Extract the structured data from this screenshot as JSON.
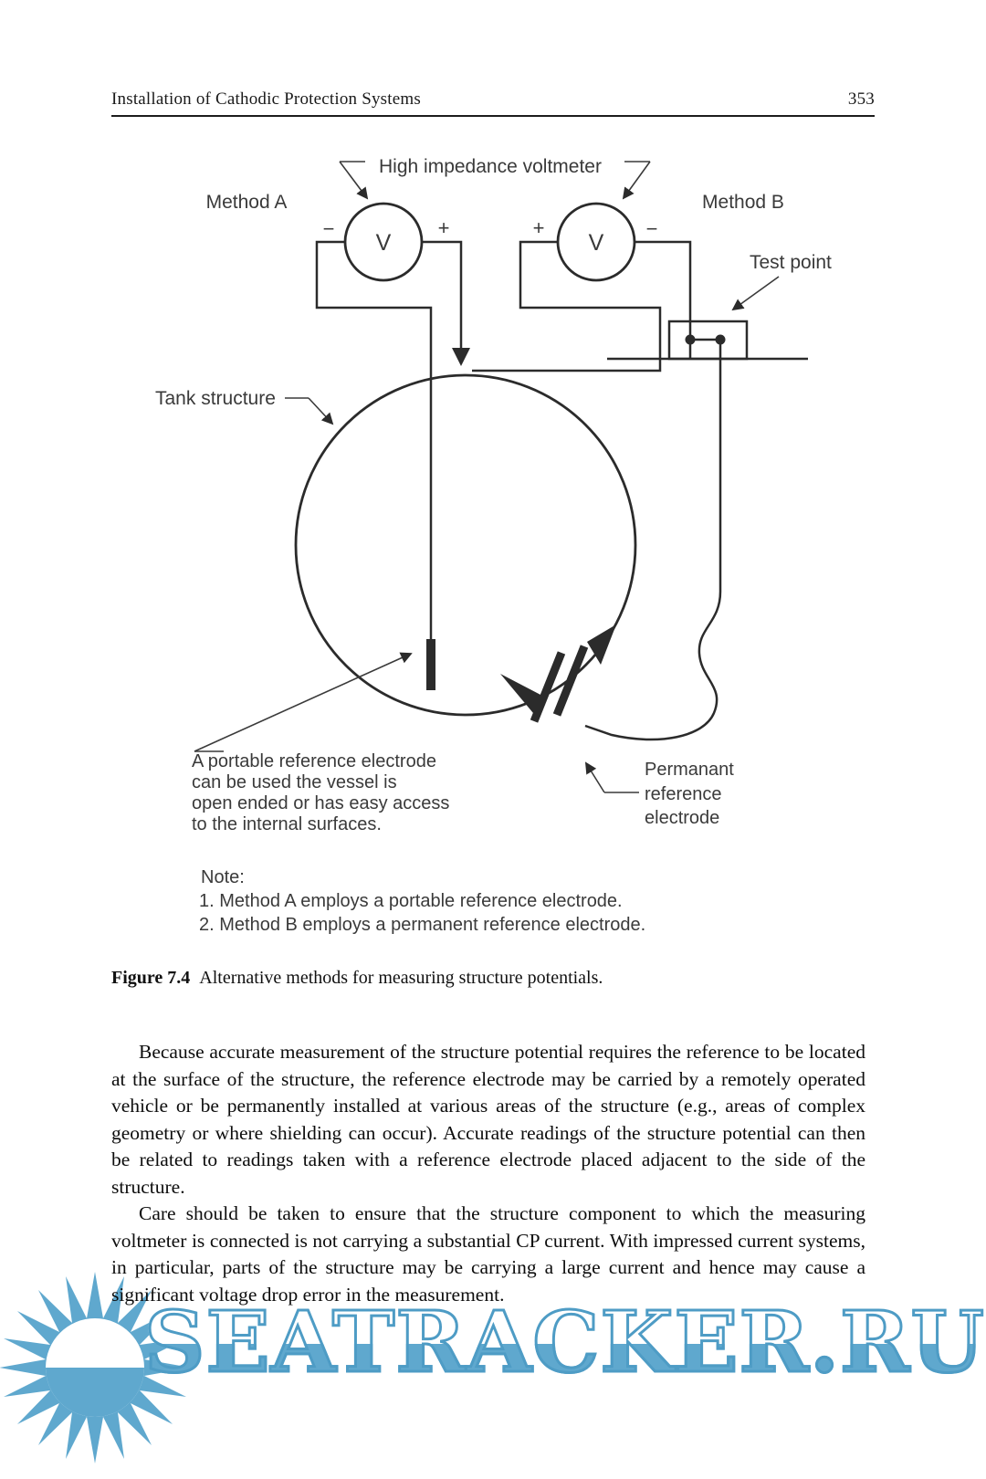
{
  "page": {
    "header": {
      "title": "Installation of Cathodic Protection Systems",
      "page_number": "353"
    }
  },
  "diagram": {
    "voltmeter_label": "High impedance voltmeter",
    "method_a": "Method A",
    "method_b": "Method B",
    "volt_symbol": "V",
    "plus": "+",
    "minus": "−",
    "test_point": "Test point",
    "tank_structure": "Tank structure",
    "portable_note": [
      "A portable reference electrode",
      "can be used the vessel is",
      "open ended or has easy access",
      "to the internal surfaces."
    ],
    "permanent_label": [
      "Permanant",
      "reference",
      "electrode"
    ],
    "note_heading": "Note:",
    "notes": [
      "1. Method A employs a portable reference electrode.",
      "2. Method B employs a permanent reference electrode."
    ]
  },
  "caption": {
    "label": "Figure 7.4",
    "text": "Alternative methods for measuring structure potentials."
  },
  "body": {
    "paragraph_1": "Because accurate measurement of the structure potential requires the reference to be located at the surface of the structure, the reference electrode may be carried by a remotely operated vehicle or be permanently installed at various areas of the structure (e.g., areas of complex geometry or where shielding can occur). Accurate readings of the structure potential can then be related to readings taken with a reference electrode placed adjacent to the side of the structure.",
    "paragraph_2": "Care should be taken to ensure that the structure component to which the measuring voltmeter is connected is not carrying a substantial CP current. With impressed current systems, in particular, parts of the structure may be carrying a large current and hence may cause a significant voltage drop error in the measurement."
  },
  "watermark": {
    "text": "SEATRACKER.RU",
    "color": "#5FA8CE"
  }
}
